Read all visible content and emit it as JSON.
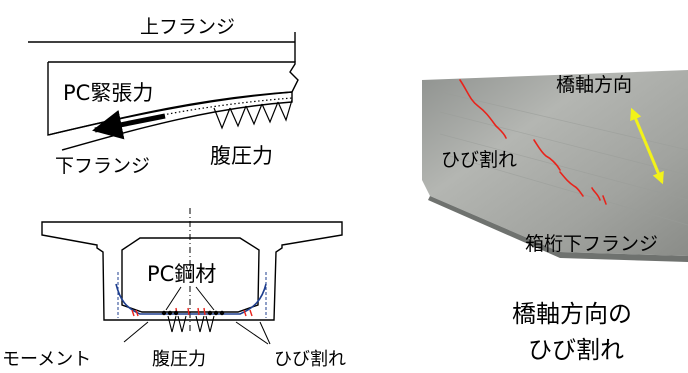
{
  "top_diagram": {
    "upper_flange": "上フランジ",
    "pc_force": "PC緊張力",
    "lower_flange": "下フランジ",
    "web_pressure": "腹圧力"
  },
  "cross_section": {
    "pc_steel": "PC鋼材",
    "moment": "モーメント",
    "web_pressure": "腹圧力",
    "cracks": "ひび割れ"
  },
  "photo": {
    "bridge_axis": "橋軸方向",
    "cracks": "ひび割れ",
    "box_girder_lower_flange": "箱桁下フランジ"
  },
  "caption": {
    "line1": "橋軸方向の",
    "line2": "ひび割れ"
  },
  "colors": {
    "crack_red": "#e8231b",
    "arrow_yellow": "#f2f21a",
    "tendon_blue": "#1f3f8f",
    "concrete_gray": "#a7aaa7"
  }
}
